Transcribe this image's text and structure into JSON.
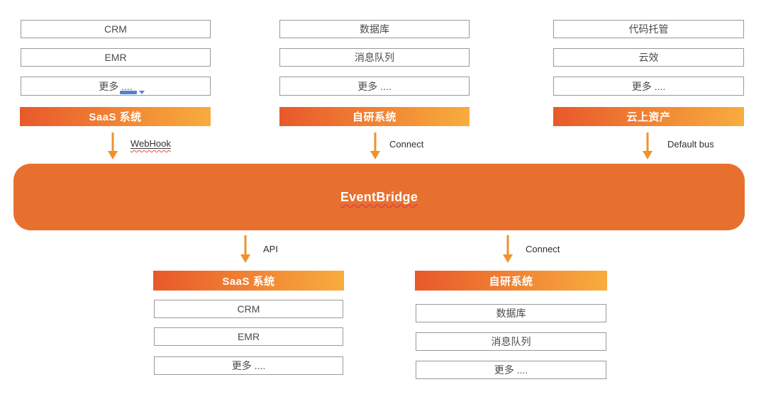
{
  "colors": {
    "bar_gradient_start": "#e8582a",
    "bar_gradient_end": "#f8ad3e",
    "hub_fill": "#e8702e",
    "arrow_color": "#f0912d",
    "squiggle_color": "#dc4f44",
    "box_border": "#999999",
    "box_text": "#4a4a4a",
    "label_text": "#2f2f2f",
    "dropdown_blue": "#4f81d8"
  },
  "hub": {
    "label": "EventBridge"
  },
  "top_groups": [
    {
      "name": "saas-system-source",
      "bar_label": "SaaS 系统",
      "arrow_label": "WebHook",
      "items": [
        "CRM",
        "EMR",
        "更多 ...."
      ]
    },
    {
      "name": "self-built-system-source",
      "bar_label": "自研系统",
      "arrow_label": "Connect",
      "items": [
        "数据库",
        "消息队列",
        "更多 ...."
      ]
    },
    {
      "name": "cloud-assets-source",
      "bar_label": "云上资产",
      "arrow_label": "Default bus",
      "items": [
        "代码托管",
        "云效",
        "更多 ...."
      ]
    }
  ],
  "bottom_groups": [
    {
      "name": "saas-system-target",
      "bar_label": "SaaS 系统",
      "arrow_label": "API",
      "items": [
        "CRM",
        "EMR",
        "更多 ...."
      ]
    },
    {
      "name": "self-built-system-target",
      "bar_label": "自研系统",
      "arrow_label": "Connect",
      "items": [
        "数据库",
        "消息队列",
        "更多 ...."
      ]
    }
  ],
  "icons": {
    "more_dropdown": "autocorrect-dropdown"
  }
}
